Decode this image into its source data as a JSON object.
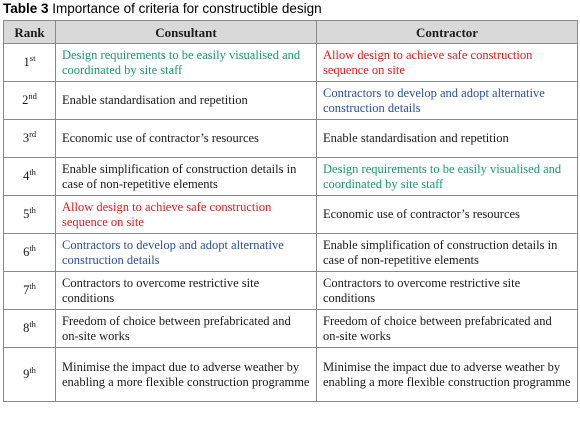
{
  "caption": {
    "label": "Table 3",
    "title": "Importance of criteria for constructible design"
  },
  "headers": {
    "rank": "Rank",
    "consultant": "Consultant",
    "contractor": "Contractor"
  },
  "colors": {
    "green": "#1a9a6c",
    "red": "#e31b1b",
    "blue": "#2d4fa0",
    "black": "#1a1a1a",
    "header_bg": "#d9d9d9"
  },
  "rows": [
    {
      "rank_num": "1",
      "rank_suffix": "st",
      "consultant": "Design requirements to be easily visualised and coordinated by site staff",
      "consultant_color": "green",
      "contractor": "Allow design to achieve safe construction sequence on site",
      "contractor_color": "red"
    },
    {
      "rank_num": "2",
      "rank_suffix": "nd",
      "consultant": "Enable standardisation and repetition",
      "consultant_color": "black",
      "contractor": "Contractors to develop and adopt alternative construction details",
      "contractor_color": "blue"
    },
    {
      "rank_num": "3",
      "rank_suffix": "rd",
      "consultant": "Economic use of contractor’s resources",
      "consultant_color": "black",
      "contractor": "Enable standardisation and repetition",
      "contractor_color": "black"
    },
    {
      "rank_num": "4",
      "rank_suffix": "th",
      "consultant": "Enable simplification of construction details in case of non-repetitive elements",
      "consultant_color": "black",
      "contractor": "Design requirements to be easily visualised and coordinated by site staff",
      "contractor_color": "green"
    },
    {
      "rank_num": "5",
      "rank_suffix": "th",
      "consultant": "Allow design to achieve safe construction sequence on site",
      "consultant_color": "red",
      "contractor": "Economic use of contractor’s resources",
      "contractor_color": "black"
    },
    {
      "rank_num": "6",
      "rank_suffix": "th",
      "consultant": "Contractors to develop and adopt alternative construction details",
      "consultant_color": "blue",
      "contractor": "Enable simplification of construction details in case of non-repetitive elements",
      "contractor_color": "black"
    },
    {
      "rank_num": "7",
      "rank_suffix": "th",
      "consultant": "Contractors to overcome restrictive site conditions",
      "consultant_color": "black",
      "contractor": "Contractors to overcome restrictive site conditions",
      "contractor_color": "black"
    },
    {
      "rank_num": "8",
      "rank_suffix": "th",
      "consultant": "Freedom of choice between prefabricated and on-site works",
      "consultant_color": "black",
      "contractor": "Freedom of choice between prefabricated and on-site works",
      "contractor_color": "black"
    },
    {
      "rank_num": "9",
      "rank_suffix": "th",
      "consultant": "Minimise the impact due to adverse weather by enabling a more flexible construction programme",
      "consultant_color": "black",
      "contractor": "Minimise the impact due to adverse weather by enabling a more flexible construction programme",
      "contractor_color": "black"
    }
  ]
}
